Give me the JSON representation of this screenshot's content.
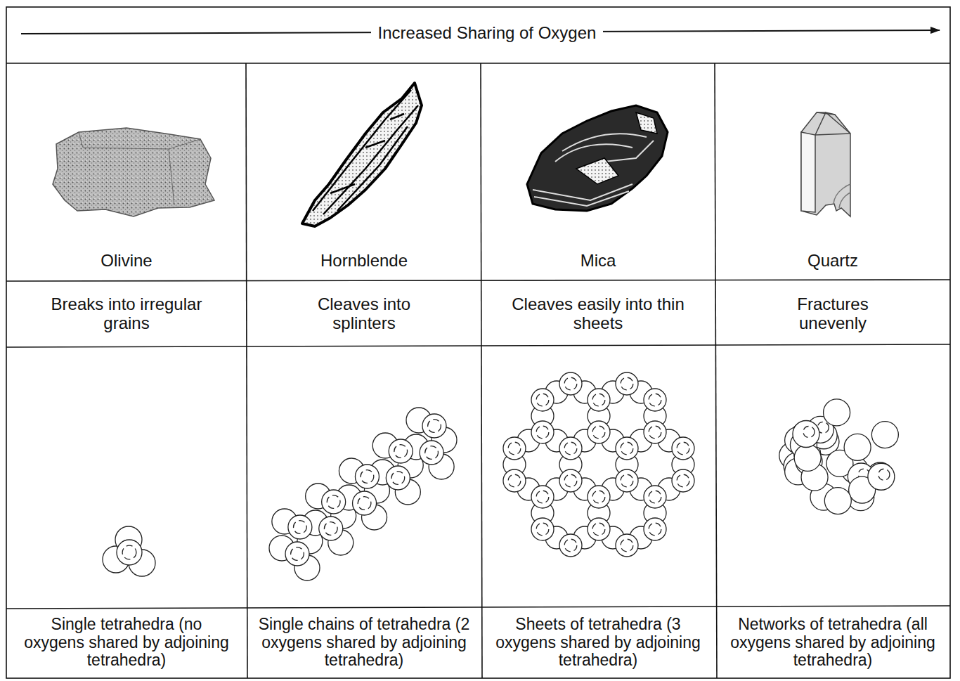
{
  "diagram": {
    "title": "Increased Sharing of Oxygen",
    "labels": [
      "Olivine",
      "Breaks into irregular grains",
      "Single tetrahedra (no oxygens shared by adjoining tetrahedra)",
      "Hornblende",
      "Cleaves into splinters",
      "Single chains of tetrahedra (2 oxygens shared by adjoining tetrahedra)",
      "Mica",
      "Cleaves easily into thin sheets",
      "Sheets of tetrahedra (3 oxygens shared by adjoining tetrahedra)",
      "Quartz",
      "Fractures unevenly",
      "Networks of tetrahedra (all oxygens shared by adjoining tetrahedra)"
    ]
  }
}
